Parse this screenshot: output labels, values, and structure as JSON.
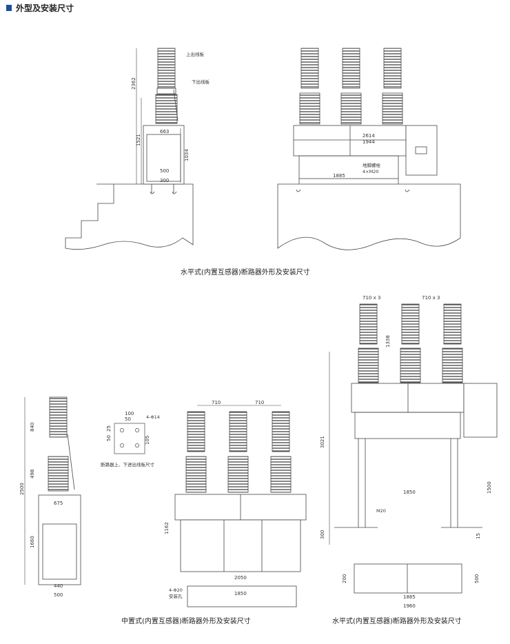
{
  "section_title": "外型及安装尺寸",
  "captions": {
    "top": "水平式(内置互感器)断路器外形及安装尺寸",
    "bottom_mid": "中置式(内置互感器)断路器外形及安装尺寸",
    "bottom_right": "水平式(内置互感器)断路器外形及安装尺寸"
  },
  "labels": {
    "upper_terminal": "上出线板",
    "lower_terminal": "下出线板",
    "ground_bolt": "地脚螺栓",
    "bolt_spec": "4×M20",
    "plate_note": "断路器上、下进出线板尺寸",
    "hole_spec": "4-Φ14",
    "base_hole_spec": "4-Φ20",
    "base_hole_note": "安装孔",
    "bolt_m20": "M20"
  },
  "dims": {
    "d2362": "2362",
    "d1521": "1521",
    "d1034": "1034",
    "d663": "663",
    "d500": "500",
    "d300": "300",
    "d2614": "2614",
    "d1944": "1944",
    "d1885": "1885",
    "d840": "840",
    "d498": "498",
    "d2500": "2500",
    "d1660": "1660",
    "d675": "675",
    "d440": "440",
    "d500b": "500",
    "d100": "100",
    "d50": "50",
    "d50_25": "50",
    "d25": "25",
    "d105": "105",
    "d710a": "710",
    "d710b": "710",
    "d1162": "1162",
    "d2050": "2050",
    "d1850": "1850",
    "d710x3a": "710 x 3",
    "d710x3b": "710 x 3",
    "d1338": "1338",
    "d3021": "3021",
    "d1500": "1500",
    "d1850b": "1850",
    "d300b": "300",
    "d15": "15",
    "d200": "200",
    "d500c": "500",
    "d1885b": "1885",
    "d1960": "1960"
  }
}
